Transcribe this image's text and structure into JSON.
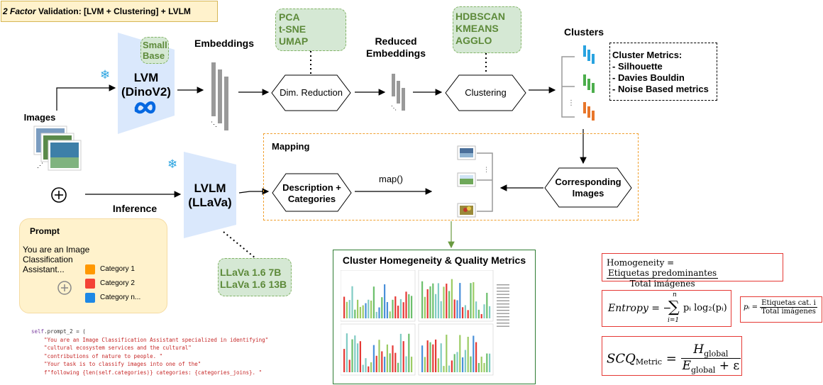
{
  "title": {
    "italic": "2 Factor",
    "rest": " Validation: [LVM + Clustering] + LVLM"
  },
  "small_base": {
    "line1": "Small",
    "line2": "Base"
  },
  "lvm": {
    "line1": "LVM",
    "line2": "(DinoV2)"
  },
  "lvlm": {
    "line1": "LVLM",
    "line2": "(LLaVa)"
  },
  "embeddings_label": "Embeddings",
  "reduced_embeddings": {
    "line1": "Reduced",
    "line2": "Embeddings"
  },
  "reduction_methods": [
    "PCA",
    "t-SNE",
    "UMAP"
  ],
  "clustering_methods": [
    "HDBSCAN",
    "KMEANS",
    "AGGLO"
  ],
  "dim_reduction_label": "Dim. Reduction",
  "clustering_label": "Clustering",
  "clusters_label": "Clusters",
  "cluster_metrics": [
    "Cluster Metrics:",
    "- Silhouette",
    "- Davies Bouldin",
    "- Noise Based metrics"
  ],
  "images_label": "Images",
  "inference_label": "Inference",
  "mapping_label": "Mapping",
  "description_node": {
    "line1": "Description +",
    "line2": "Categories"
  },
  "map_label": "map()",
  "corresponding_images": {
    "line1": "Corresponding",
    "line2": "Images"
  },
  "llava_models": [
    "LLaVa 1.6 7B",
    "LLaVa 1.6 13B"
  ],
  "prompt": {
    "title": "Prompt",
    "text": [
      "You are an Image",
      "Classification",
      "Assistant..."
    ],
    "categories": [
      {
        "label": "Category 1",
        "color": "#ff9800"
      },
      {
        "label": "Category 2",
        "color": "#f44336"
      },
      {
        "label": "Category n...",
        "color": "#1e88e5"
      }
    ]
  },
  "cluster_quality_title": "Cluster Homegeneity & Quality Metrics",
  "formulas": {
    "homogeneity_lhs": "Homogeneity =",
    "homogeneity_num": "Etiquetas predominantes",
    "homogeneity_den": "Total imágenes",
    "entropy_lhs": "Entropy = −",
    "entropy_sum_top": "n",
    "entropy_sum_bottom": "i=1",
    "entropy_body": "pᵢ log₂(pᵢ)",
    "pi_lhs": "pᵢ =",
    "pi_num": "Etiquetas cat. i",
    "pi_den": "Total imágenes",
    "scq_lhs": "SCQ",
    "scq_sub": "Metric",
    "scq_eq": "=",
    "scq_num": "H",
    "scq_num_sub": "global",
    "scq_den": "E",
    "scq_den_sub": "global",
    "scq_den_tail": " + ε"
  },
  "code_lines": [
    {
      "kw": "self",
      "rest": ".prompt_2 = ("
    },
    {
      "kw": "",
      "str": "    \"You are an Image Classification Assistant specialized in identifying\""
    },
    {
      "kw": "",
      "str": "    \"cultural ecosystem services and the cultural\""
    },
    {
      "kw": "",
      "str": "    \"contributions of nature to people. \""
    },
    {
      "kw": "",
      "str": "    \"Your task is to classify images into one of the\""
    },
    {
      "kw": "",
      "str": "    f\"following {len(self.categories)} categories: {categories_joins}. \""
    }
  ],
  "colors": {
    "cluster_blue": "#29a3e0",
    "cluster_green": "#4cae4c",
    "cluster_orange": "#e8762b",
    "lvm_fill": "#dae8fc",
    "meta_blue": "#0668E1"
  }
}
